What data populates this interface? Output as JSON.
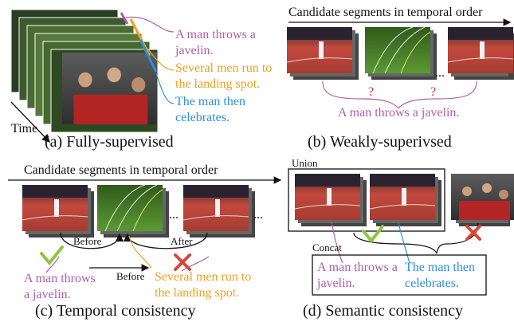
{
  "panel_a": {
    "time_label": "Time",
    "sentence_1": "A man throws a javelin.",
    "sentence_2": "Several men run to the landing spot.",
    "sentence_3": "The man then celebrates.",
    "caption": "(a) Fully-supervised"
  },
  "panel_b": {
    "header": "Candidate segments in temporal order",
    "ellipsis": "...",
    "question_mark": "?",
    "query": "A man throws a javelin.",
    "caption": "(b) Weakly-superivsed"
  },
  "panel_c": {
    "header": "Candidate segments in temporal order",
    "ellipsis": "...",
    "before_label": "Before",
    "after_label": "After",
    "sentence_1": "A man throws a javelin.",
    "before_arrow_label": "Before",
    "sentence_2": "Several men run to the landing spot.",
    "caption": "(c) Temporal consistency"
  },
  "panel_d": {
    "union_label": "Union",
    "concat_label": "Concat",
    "sentence_1": "A man throws a javelin.",
    "sentence_2": "The man then celebrates.",
    "caption": "(d) Semantic consistency"
  },
  "colors": {
    "purple": "#b05ea5",
    "orange": "#f0a020",
    "blue": "#2a8fe0",
    "check_green": "#8cc63f",
    "cross_red": "#d9453a",
    "track_red": "#b8453a",
    "field_green": "#4f8a2b"
  }
}
